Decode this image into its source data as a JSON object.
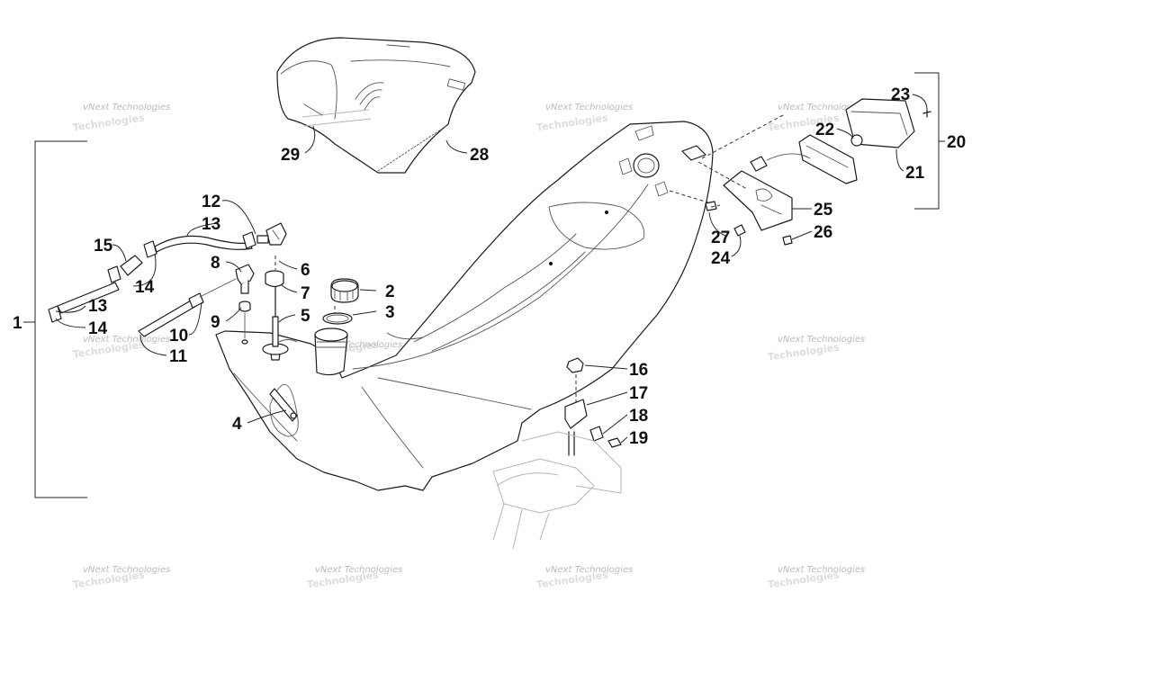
{
  "callouts": [
    "1",
    "2",
    "3",
    "4",
    "5",
    "6",
    "7",
    "8",
    "9",
    "10",
    "11",
    "12",
    "13",
    "14",
    "15",
    "16",
    "17",
    "18",
    "19",
    "20",
    "21",
    "22",
    "23",
    "24",
    "25",
    "26",
    "27",
    "28",
    "29"
  ],
  "extra_callouts": {
    "c13b": "13",
    "c14b": "14"
  },
  "watermark": {
    "line1": "vNext Technologies",
    "line2": "Technologies"
  },
  "colors": {
    "ink": "#1a1a1a",
    "paper": "#ffffff",
    "watermark": "#bbbbbb",
    "ghost": "#b5b5b5"
  }
}
